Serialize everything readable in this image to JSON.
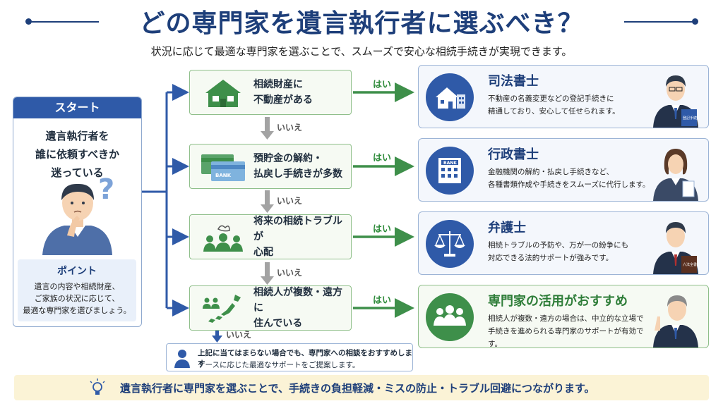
{
  "title": "どの専門家を遺言執行者に選ぶべき？",
  "subtitle": "状況に応じて最適な専門家を選ぶことで、スムーズで安心な相続手続きが実現できます。",
  "start": {
    "header": "スタート",
    "question_lines": [
      "遺言執行者を",
      "誰に依頼すべきか",
      "迷っている"
    ],
    "question_mark": "?",
    "point": {
      "title": "ポイント",
      "lines": [
        "遺言の内容や相続財産、",
        "ご家族の状況に応じて、",
        "最適な専門家を選びましょう。"
      ]
    }
  },
  "questions": [
    {
      "line1": "相続財産に",
      "line2": "不動産がある",
      "icon": "house-icon"
    },
    {
      "line1": "預貯金の解約・",
      "line2": "払戻し手続きが多数",
      "icon": "bankbook-icon",
      "bankbook_text": "BANK"
    },
    {
      "line1": "将来の相続トラブルが",
      "line2": "心配",
      "icon": "group-worry-icon"
    },
    {
      "line1": "相続人が複数・遠方に",
      "line2": "住んでいる",
      "icon": "japan-map-icon"
    }
  ],
  "yes_label": "はい",
  "no_label": "いいえ",
  "experts": [
    {
      "title": "司法書士",
      "desc": [
        "不動産の名義変更などの登記手続きに",
        "精通しており、安心して任せられます。"
      ],
      "icon": "house-building-icon",
      "person_book": "登記手続"
    },
    {
      "title": "行政書士",
      "desc": [
        "金融機関の解約・払戻し手続きなど、",
        "各種書類作成や手続きをスムーズに代行します。"
      ],
      "icon": "bank-building-icon",
      "bank_sign": "BANK"
    },
    {
      "title": "弁護士",
      "desc": [
        "相続トラブルの予防や、万が一の紛争にも",
        "対応できる法的サポートが強みです。"
      ],
      "icon": "scales-icon",
      "person_book": "六法全書"
    },
    {
      "title": "専門家の活用がおすすめ",
      "desc": [
        "相続人が複数・遠方の場合は、中立的な立場で",
        "手続きを進められる専門家のサポートが有効です。"
      ],
      "icon": "group-icon"
    }
  ],
  "note": {
    "line1": "上記に当てはまらない場合でも、専門家への相談をおすすめします",
    "line2": "ケースに応じた最適なサポートをご提案します。"
  },
  "footer": "遺言執行者に専門家を選ぶことで、手続きの負担軽減・ミスの防止・トラブル回避につながります。",
  "colors": {
    "navy": "#1e3f7a",
    "blue": "#2f5aa8",
    "green": "#3e8f4a",
    "footer_bg": "#fbf3d6"
  }
}
